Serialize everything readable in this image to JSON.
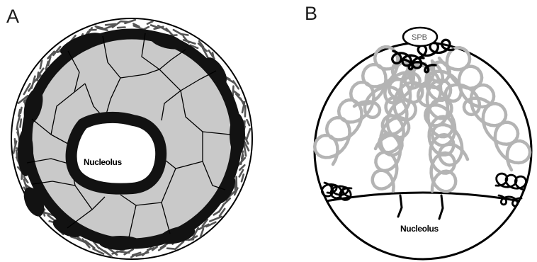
{
  "panel_a": {
    "letter": "A",
    "nucleolus_label": "Nucleolus"
  },
  "panel_b": {
    "letter": "B",
    "spb_label": "SPB",
    "nucleolus_label": "Nucleolus"
  },
  "colors": {
    "outline": "#000000",
    "heterochromatin": "#121212",
    "territory_fill": "#c9c9c9",
    "chromatin_loops": "#b4b4b4",
    "envelope_fibers": "#555555",
    "background": "#ffffff"
  }
}
